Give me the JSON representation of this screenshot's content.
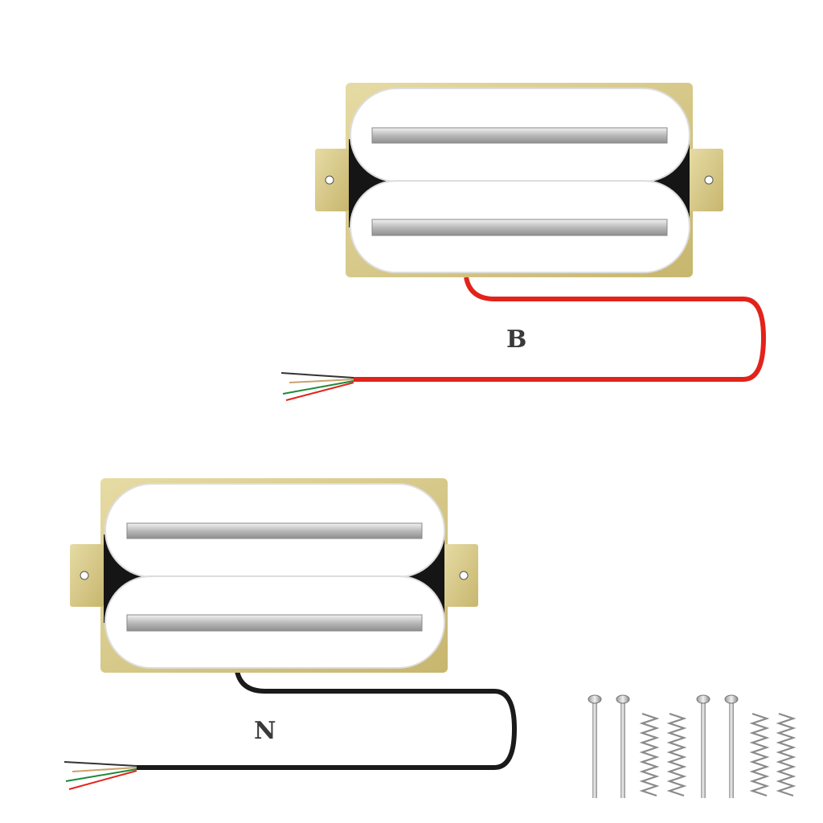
{
  "pickups": [
    {
      "position_label": "B",
      "wire_color": "#e2231a",
      "bobbin_color": "#ffffff",
      "baseplate_color": "#d8c98a"
    },
    {
      "position_label": "N",
      "wire_color": "#1a1a1a",
      "bobbin_color": "#ffffff",
      "baseplate_color": "#d8c98a"
    }
  ],
  "accessories": {
    "screws": 4,
    "springs": 4
  }
}
